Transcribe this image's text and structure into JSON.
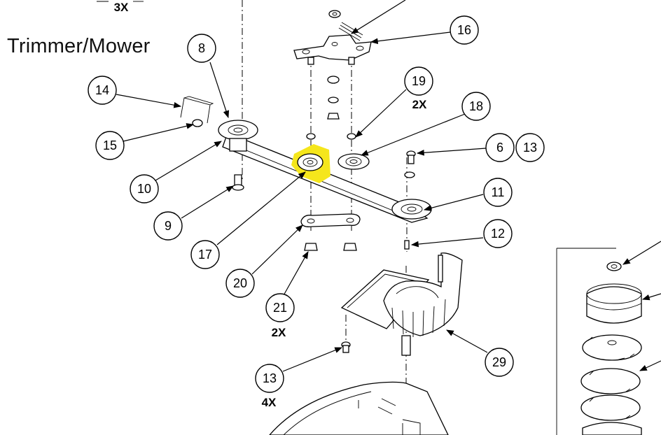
{
  "title": "Trimmer/Mower",
  "highlight_color": "#f5e61c",
  "quantities": {
    "top": "3X",
    "part19": "2X",
    "part21": "2X",
    "part13_bottom": "4X"
  },
  "callouts": {
    "c8": "8",
    "c14": "14",
    "c15": "15",
    "c10": "10",
    "c9": "9",
    "c17": "17",
    "c20": "20",
    "c21": "21",
    "c16": "16",
    "c19": "19",
    "c18": "18",
    "c6": "6",
    "c13": "13",
    "c11": "11",
    "c12": "12",
    "c29": "29",
    "c13b": "13"
  }
}
